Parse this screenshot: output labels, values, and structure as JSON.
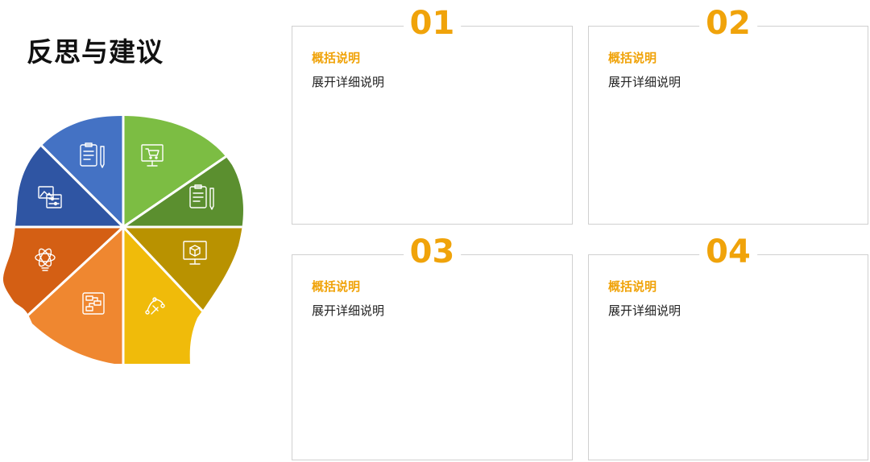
{
  "title": "反思与建议",
  "head": {
    "segment_colors": [
      "#4472c4",
      "#7cbd43",
      "#5b8f2f",
      "#b99200",
      "#f0bb0a",
      "#ef8730",
      "#d45f14",
      "#2f55a3"
    ],
    "icons": [
      "clipboard-icon",
      "shopping-cart-icon",
      "clipboard-icon",
      "3d-box-icon",
      "vector-path-icon",
      "flowchart-icon",
      "atom-bulb-icon",
      "image-settings-icon"
    ]
  },
  "cards": [
    {
      "number": "01",
      "heading": "概括说明",
      "body": "展开详细说明"
    },
    {
      "number": "02",
      "heading": "概括说明",
      "body": "展开详细说明"
    },
    {
      "number": "03",
      "heading": "概括说明",
      "body": "展开详细说明"
    },
    {
      "number": "04",
      "heading": "概括说明",
      "body": "展开详细说明"
    }
  ],
  "accent_color": "#f0a30a"
}
